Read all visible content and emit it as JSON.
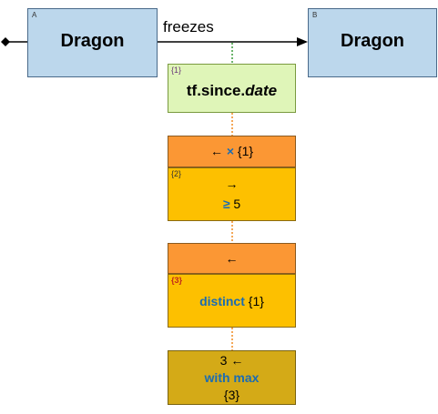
{
  "entities": {
    "left": {
      "corner": "A",
      "name": "Dragon"
    },
    "right": {
      "corner": "B",
      "name": "Dragon"
    }
  },
  "relationship": {
    "label": "freezes"
  },
  "blocks": {
    "since": {
      "ref": "{1}",
      "text_prefix": "tf.since.",
      "text_italic": "date"
    },
    "count_header": {
      "arrow": "←",
      "symbol": "×",
      "ref": "{1}"
    },
    "count_body": {
      "ref": "{2}",
      "arrow": "→",
      "op": "≥",
      "value": "5"
    },
    "distinct_header": {
      "arrow": "←"
    },
    "distinct_body": {
      "ref": "{3}",
      "keyword": "distinct",
      "arg": "{1}"
    },
    "withmax": {
      "number": "3",
      "arrow": "←",
      "keyword": "with max",
      "arg": "{3}"
    }
  },
  "colors": {
    "entity": "#bcd7ec",
    "green": "#dff5b8",
    "orange": "#fb9734",
    "yellow": "#fdc000",
    "olive": "#d4aa17",
    "keyword_blue": "#1b6cb3"
  }
}
